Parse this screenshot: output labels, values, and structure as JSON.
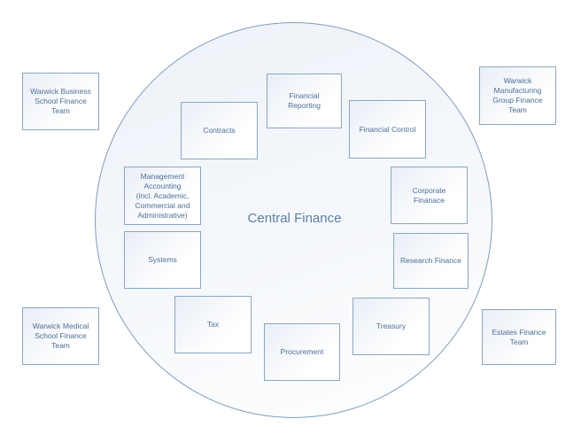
{
  "center": {
    "label": "Central Finance"
  },
  "inner_units": [
    {
      "id": "financial-reporting",
      "label": "Financial\nReporting"
    },
    {
      "id": "contracts",
      "label": "Contracts"
    },
    {
      "id": "financial-control",
      "label": "Financial Control"
    },
    {
      "id": "management-accounting",
      "label": "Management\nAccounting\n(incl. Academic,\nCommercial and\nAdministrative)"
    },
    {
      "id": "corporate-finance",
      "label": "Corporate\nFinanace"
    },
    {
      "id": "systems",
      "label": "Systems"
    },
    {
      "id": "research-finance",
      "label": "Research Finance"
    },
    {
      "id": "tax",
      "label": "Tax"
    },
    {
      "id": "treasury",
      "label": "Treasury"
    },
    {
      "id": "procurement",
      "label": "Procurement"
    }
  ],
  "outer_teams": [
    {
      "id": "wbs",
      "label": "Warwick Business\nSchool Finance\nTeam"
    },
    {
      "id": "wmg",
      "label": "Warwick\nManufacturing\nGroup Finance\nTeam"
    },
    {
      "id": "wms",
      "label": "Warwick Medical\nSchool Finance\nTeam"
    },
    {
      "id": "estates",
      "label": "Estates Finance\nTeam"
    }
  ]
}
